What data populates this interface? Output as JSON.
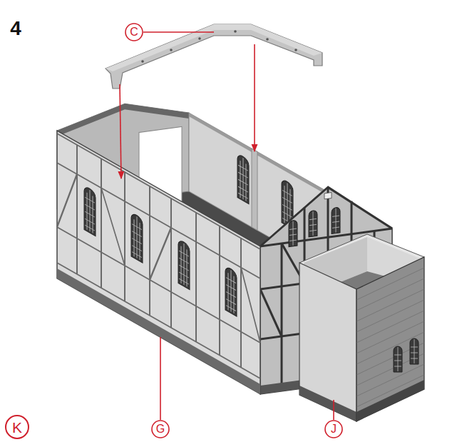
{
  "diagram": {
    "labels": [
      "4",
      "C",
      "K",
      "G",
      "J"
    ]
  }
}
